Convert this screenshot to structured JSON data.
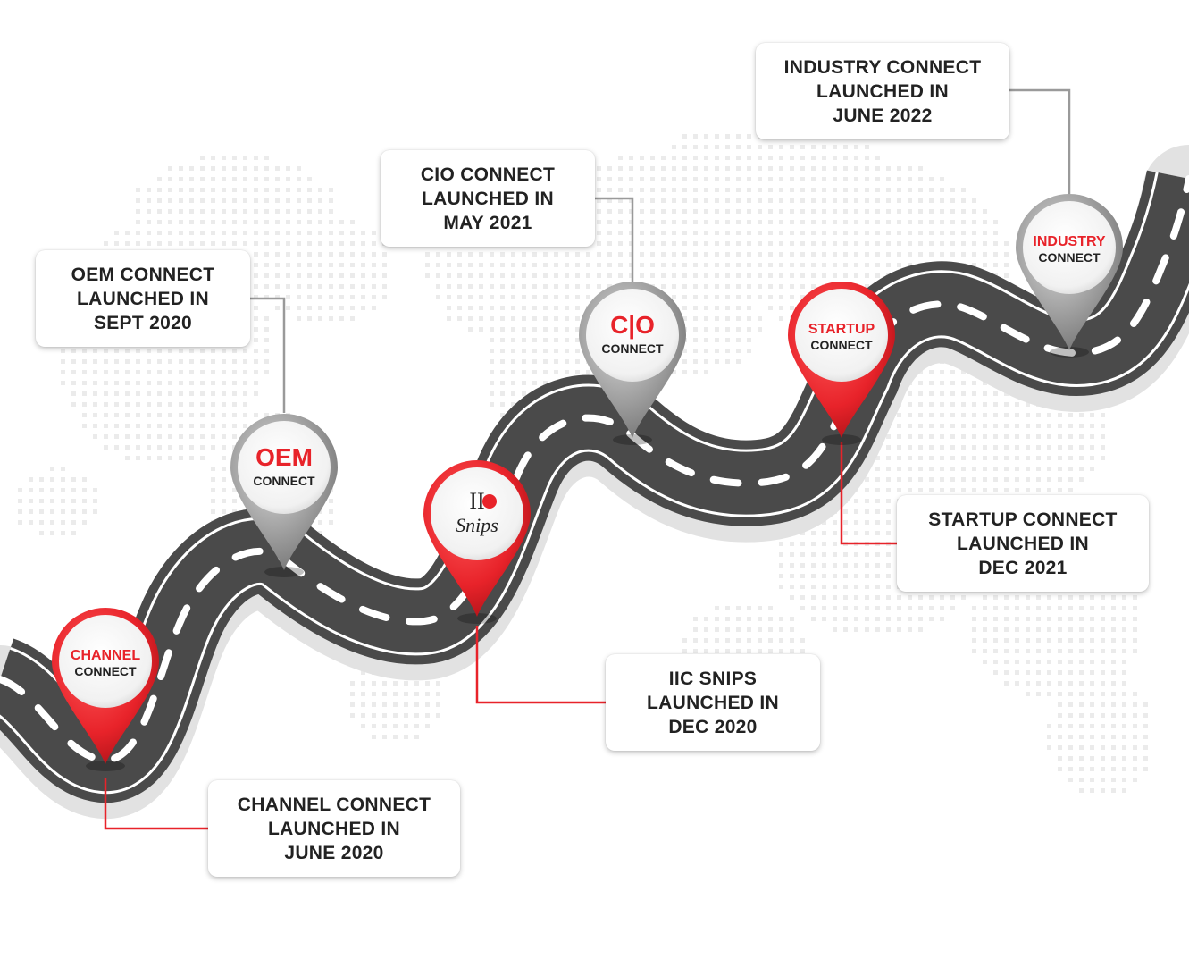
{
  "milestones": [
    {
      "id": "channel",
      "logo": [
        "CHANNEL",
        "CONNECT"
      ],
      "lines": [
        "CHANNEL CONNECT",
        "LAUNCHED IN",
        "JUNE 2020"
      ],
      "pin_color": "red"
    },
    {
      "id": "oem",
      "logo": [
        "OEM",
        "CONNECT"
      ],
      "lines": [
        "OEM CONNECT",
        "LAUNCHED IN",
        "SEPT 2020"
      ],
      "pin_color": "gray"
    },
    {
      "id": "snips",
      "logo": [
        "II",
        "Snips"
      ],
      "lines": [
        "IIC SNIPS",
        "LAUNCHED IN",
        "DEC 2020"
      ],
      "pin_color": "red"
    },
    {
      "id": "cio",
      "logo": [
        "C|O",
        "CONNECT"
      ],
      "lines": [
        "CIO CONNECT",
        "LAUNCHED IN",
        "MAY 2021"
      ],
      "pin_color": "gray"
    },
    {
      "id": "startup",
      "logo": [
        "STARTUP",
        "CONNECT"
      ],
      "lines": [
        "STARTUP CONNECT",
        "LAUNCHED IN",
        "DEC 2021"
      ],
      "pin_color": "red"
    },
    {
      "id": "industry",
      "logo": [
        "INDUSTRY",
        "CONNECT"
      ],
      "lines": [
        "INDUSTRY CONNECT",
        "LAUNCHED IN",
        "JUNE 2022"
      ],
      "pin_color": "gray"
    }
  ],
  "colors": {
    "red": "#e8232a",
    "gray": "#8f8f8f",
    "road": "#4a4a4a",
    "connector_red": "#e8232a",
    "connector_gray": "#9a9a9a"
  },
  "icons": [
    "map-pin-icon",
    "world-map-dots"
  ]
}
